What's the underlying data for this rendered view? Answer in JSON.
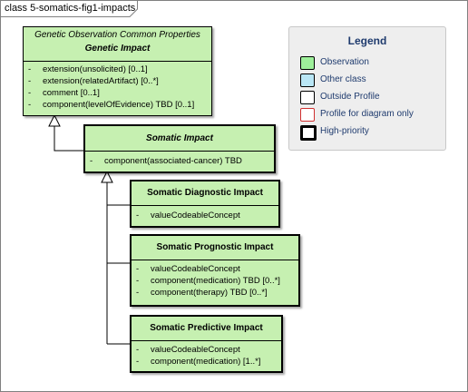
{
  "frame": {
    "title": "class 5-somatics-fig1-impacts"
  },
  "classes": {
    "genetic_impact": {
      "stereotype": "Genetic Observation Common Properties",
      "name": "Genetic Impact",
      "attributes": [
        {
          "vis": "-",
          "text": "extension(unsolicited) [0..1]"
        },
        {
          "vis": "-",
          "text": "extension(relatedArtifact) [0..*]"
        },
        {
          "vis": "-",
          "text": "comment [0..1]"
        },
        {
          "vis": "-",
          "text": "component(levelOfEvidence) TBD [0..1]"
        }
      ]
    },
    "somatic_impact": {
      "name": "Somatic Impact",
      "attributes": [
        {
          "vis": "-",
          "text": "component(associated-cancer) TBD"
        }
      ]
    },
    "somatic_diagnostic": {
      "name": "Somatic Diagnostic Impact",
      "attributes": [
        {
          "vis": "-",
          "text": "valueCodeableConcept"
        }
      ]
    },
    "somatic_prognostic": {
      "name": "Somatic Prognostic Impact",
      "attributes": [
        {
          "vis": "-",
          "text": "valueCodeableConcept"
        },
        {
          "vis": "-",
          "text": "component(medication) TBD [0..*]"
        },
        {
          "vis": "-",
          "text": "component(therapy) TBD [0..*]"
        }
      ]
    },
    "somatic_predictive": {
      "name": "Somatic Predictive Impact",
      "attributes": [
        {
          "vis": "-",
          "text": "valueCodeableConcept"
        },
        {
          "vis": "-",
          "text": "component(medication) [1..*]"
        }
      ]
    }
  },
  "legend": {
    "title": "Legend",
    "items": [
      {
        "label": "Observation",
        "fill": "#9ef09a",
        "border": "#000000"
      },
      {
        "label": "Other class",
        "fill": "#b9e6f5",
        "border": "#000000"
      },
      {
        "label": "Outside Profile",
        "fill": "#ffffff",
        "border": "#000000"
      },
      {
        "label": "Profile for diagram only",
        "fill": "#ffffff",
        "border": "#d03030"
      },
      {
        "label": "High-priority",
        "fill": "#ffffff",
        "border": "#000000",
        "thick": true
      }
    ]
  }
}
